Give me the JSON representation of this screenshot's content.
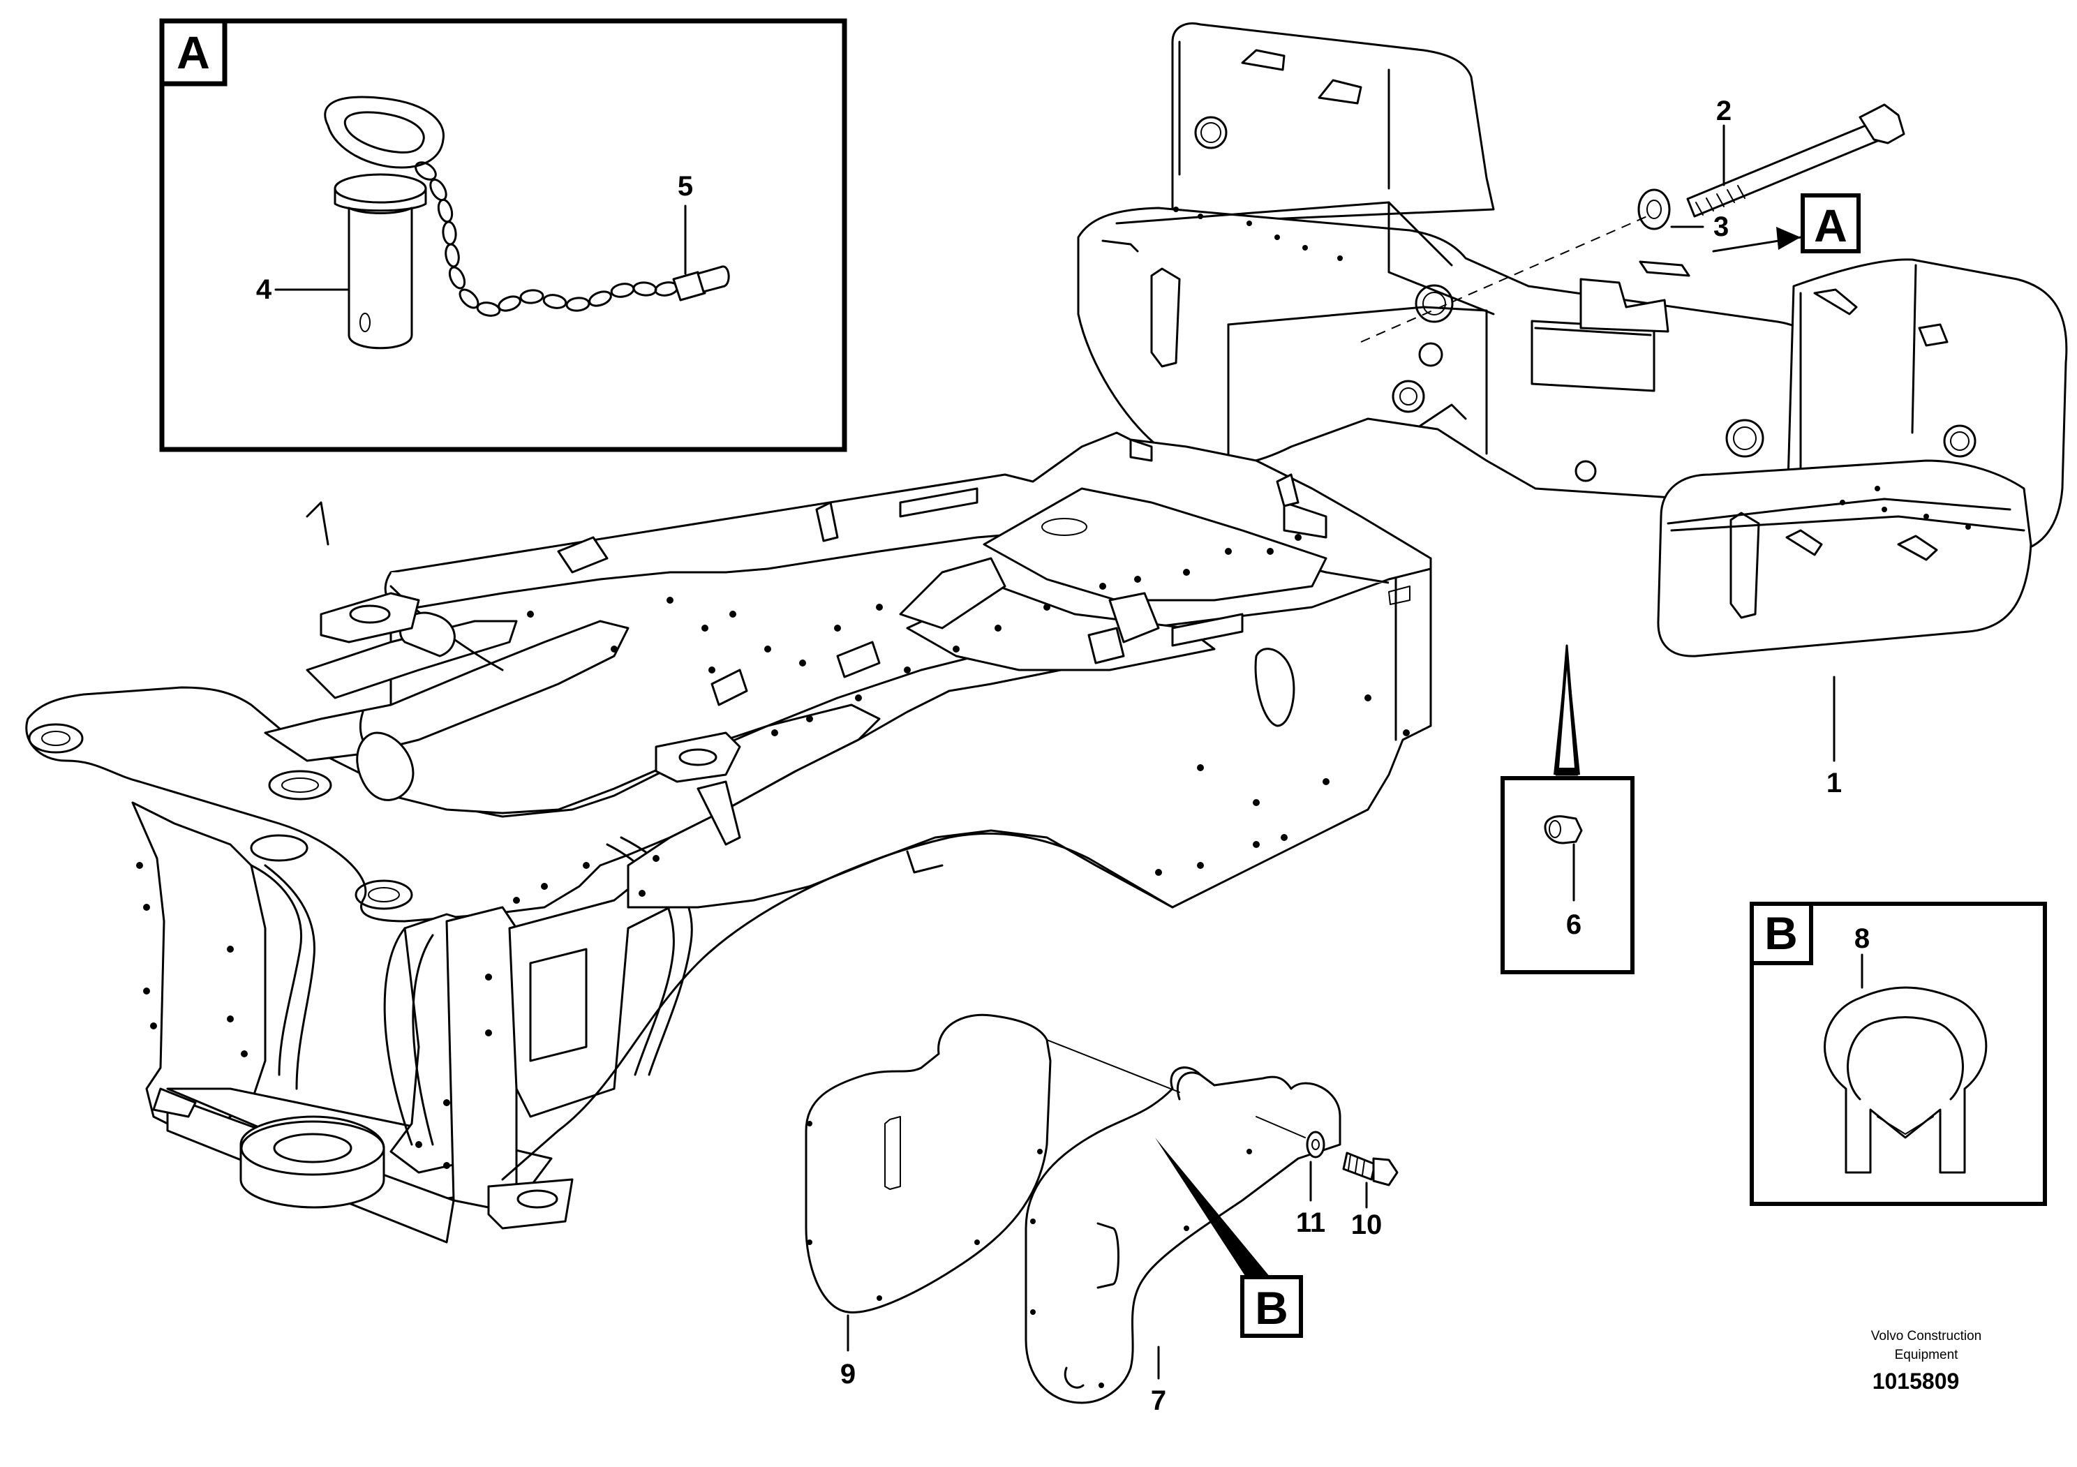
{
  "callouts": {
    "1": "1",
    "2": "2",
    "3": "3",
    "4": "4",
    "5": "5",
    "6": "6",
    "7": "7",
    "8": "8",
    "9": "9",
    "10": "10",
    "11": "11"
  },
  "detail_boxes": {
    "a_inset": "A",
    "a_pointer": "A",
    "b_inset": "B",
    "b_pointer": "B"
  },
  "footer": {
    "company_line1": "Volvo Construction",
    "company_line2": "Equipment",
    "document_number": "1015809"
  },
  "colors": {
    "line": "#000000",
    "background": "#ffffff"
  }
}
